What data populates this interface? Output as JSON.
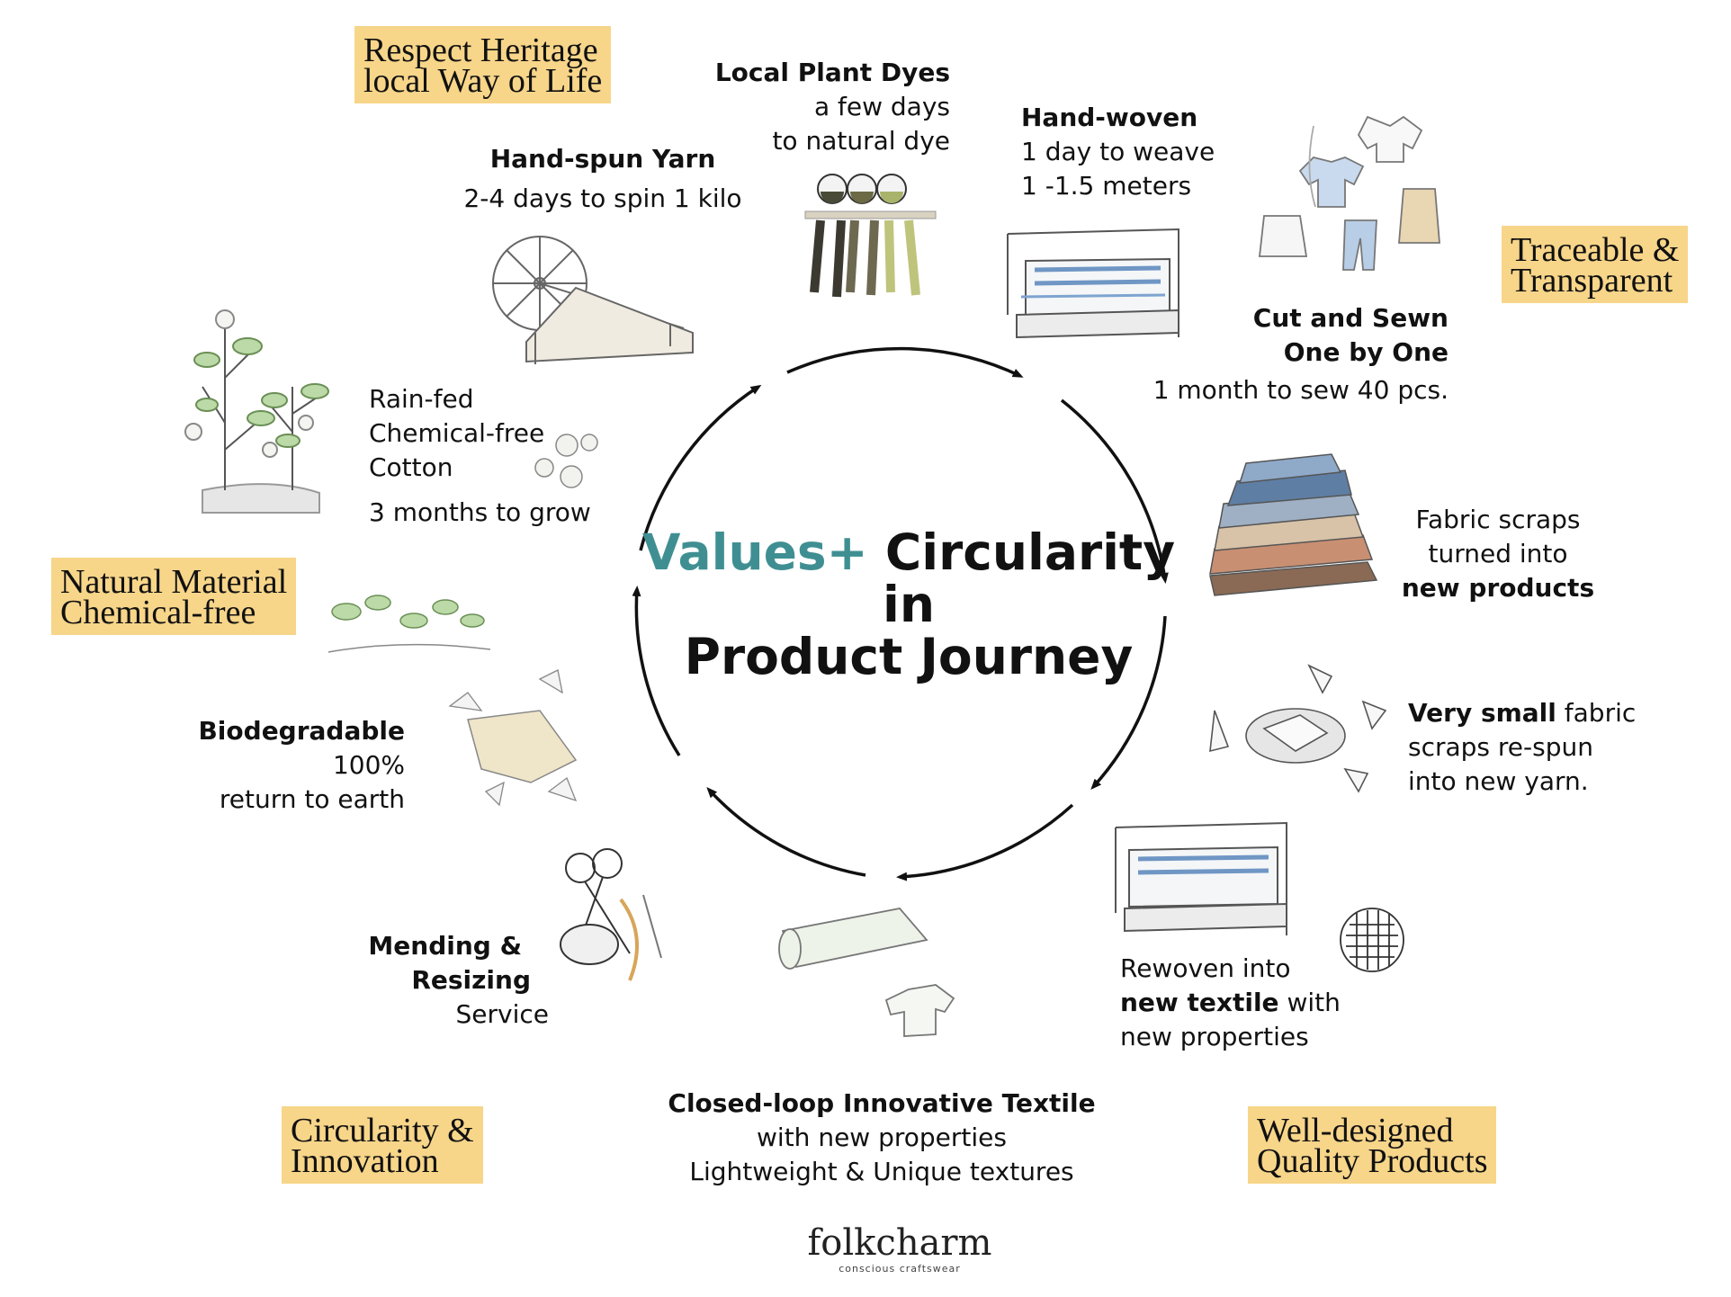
{
  "tags": {
    "heritage": [
      "Respect Heritage",
      "local Way of Life"
    ],
    "traceable": [
      "Traceable &",
      "Transparent"
    ],
    "natural": [
      "Natural Material",
      "Chemical-free"
    ],
    "circularity": [
      "Circularity &",
      "Innovation"
    ],
    "quality": [
      "Well-designed",
      "Quality Products"
    ]
  },
  "center": {
    "accent": "Values+",
    "line1": "Circularity",
    "line2": "in",
    "line3": "Product Journey"
  },
  "steps": {
    "yarn": [
      "Hand-spun Yarn",
      "2-4 days to spin 1 kilo"
    ],
    "dyes": [
      "Local Plant Dyes",
      "a few days",
      "to natural dye"
    ],
    "woven": [
      "Hand-woven",
      "1 day to weave",
      "1 -1.5 meters"
    ],
    "sewn": [
      "Cut and Sewn",
      "One by One",
      "1 month to sew 40 pcs."
    ],
    "cotton": [
      "Rain-fed",
      "Chemical-free",
      "Cotton",
      "3 months to grow"
    ],
    "scraps": {
      "line1": "Fabric scraps",
      "line2": "turned into",
      "line3": "new products"
    },
    "respun": {
      "bold": "Very small",
      "rest1": " fabric",
      "line2": "scraps re-spun",
      "line3": "into new yarn."
    },
    "rewoven": {
      "line1": "Rewoven into",
      "bold": "new textile",
      "rest2": " with",
      "line3": "new properties"
    },
    "closed": [
      "Closed-loop Innovative Textile",
      "with new properties",
      "Lightweight & Unique textures"
    ],
    "mending": [
      "Mending &",
      "Resizing",
      "Service"
    ],
    "biodegradable": [
      "Biodegradable",
      "100%",
      "return to earth"
    ]
  },
  "logo": {
    "main": "folkcharm",
    "sub": "conscious craftswear"
  },
  "colors": {
    "tag": "#f7d589",
    "accent": "#3f8f92",
    "indigo": "#6f96c4"
  }
}
